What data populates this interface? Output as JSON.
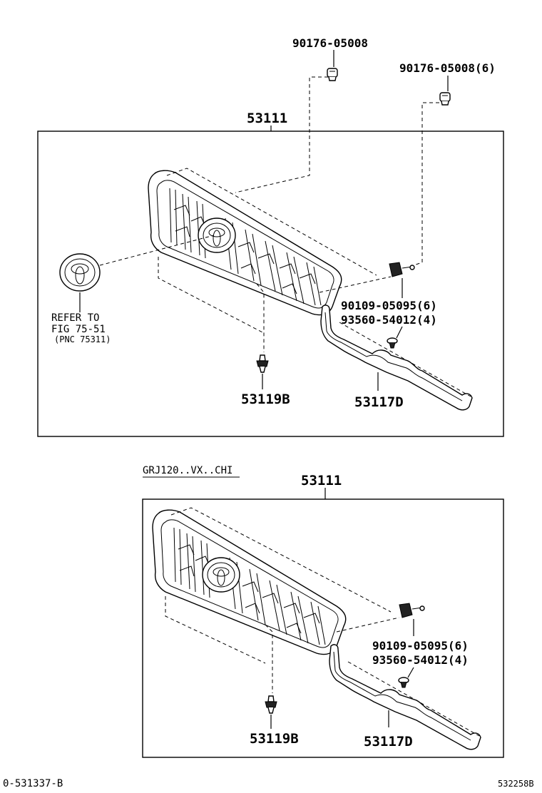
{
  "upper": {
    "clip_top_label": "90176-05008",
    "clip_right_label": "90176-05008(6)",
    "assembly_label": "53111",
    "emblem_refer_1": "REFER TO",
    "emblem_refer_2": "FIG 75-51",
    "emblem_refer_3": "(PNC 75311)",
    "screw_label_1": "90109-05095(6)",
    "screw_label_2": "93560-54012(4)",
    "bottom_clip_label": "53119B",
    "seal_label": "53117D"
  },
  "lower": {
    "condition_label": "GRJ120..VX..CHI",
    "assembly_label": "53111",
    "screw_label_1": "90109-05095(6)",
    "screw_label_2": "93560-54012(4)",
    "bottom_clip_label": "53119B",
    "seal_label": "53117D"
  },
  "footer": {
    "left_code": "0-531337-B",
    "right_code": "532258B"
  }
}
